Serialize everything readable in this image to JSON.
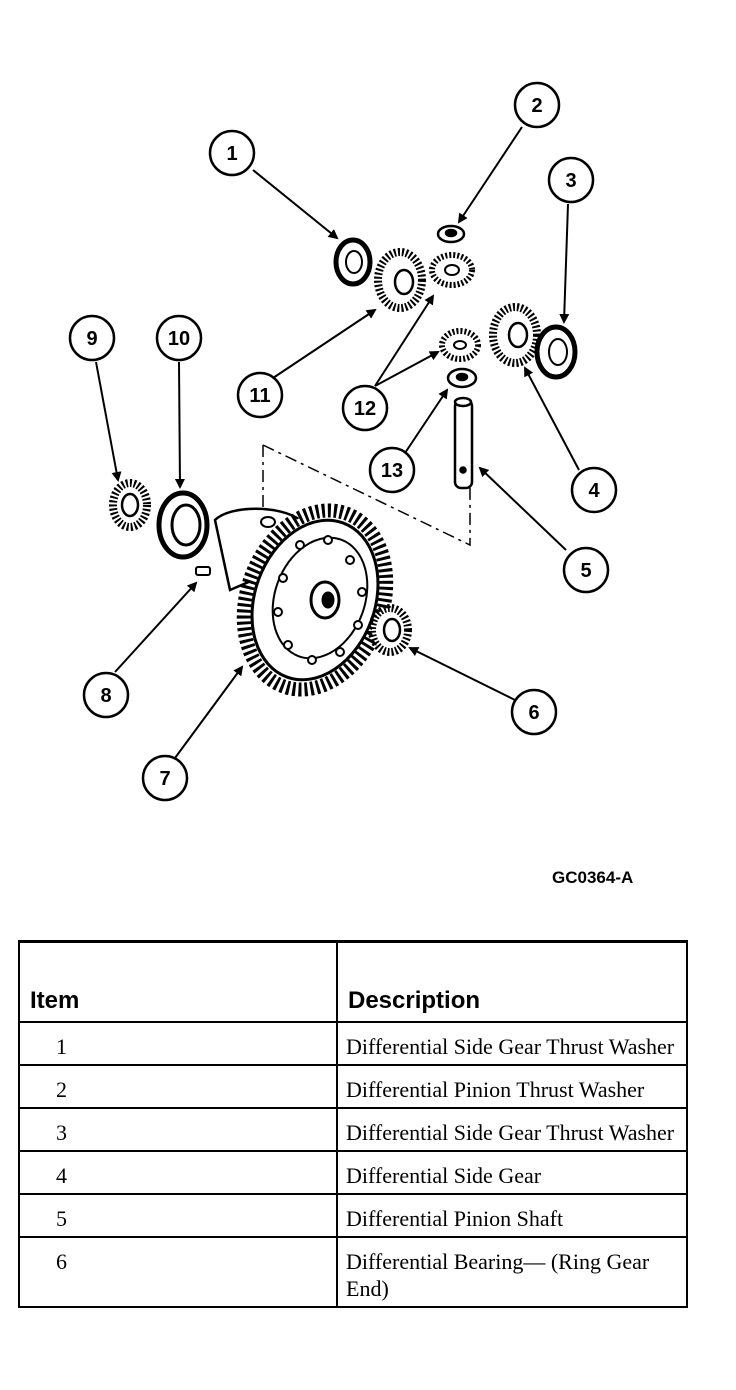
{
  "callouts": [
    {
      "number": "1"
    },
    {
      "number": "2"
    },
    {
      "number": "3"
    },
    {
      "number": "4"
    },
    {
      "number": "5"
    },
    {
      "number": "6"
    },
    {
      "number": "7"
    },
    {
      "number": "8"
    },
    {
      "number": "9"
    },
    {
      "number": "10"
    },
    {
      "number": "11"
    },
    {
      "number": "12"
    },
    {
      "number": "13"
    }
  ],
  "figure_code": "GC0364-A",
  "legend": {
    "headers": {
      "item": "Item",
      "description": "Description"
    },
    "rows": [
      {
        "item": "1",
        "description": "Differential Side Gear Thrust Washer"
      },
      {
        "item": "2",
        "description": "Differential Pinion Thrust Washer"
      },
      {
        "item": "3",
        "description": "Differential Side Gear Thrust Washer"
      },
      {
        "item": "4",
        "description": "Differential Side Gear"
      },
      {
        "item": "5",
        "description": "Differential Pinion Shaft"
      },
      {
        "item": "6",
        "description": "Differential Bearing— (Ring Gear End)"
      }
    ]
  }
}
